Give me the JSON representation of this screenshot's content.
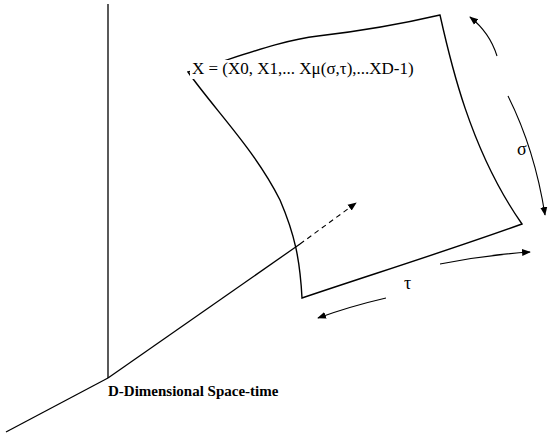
{
  "diagram": {
    "labels": [
      "X = (X0, X1,... Xμ(σ,τ),...XD-1)",
      "σ",
      "τ",
      "D-Dimensional Space-time"
    ]
  }
}
